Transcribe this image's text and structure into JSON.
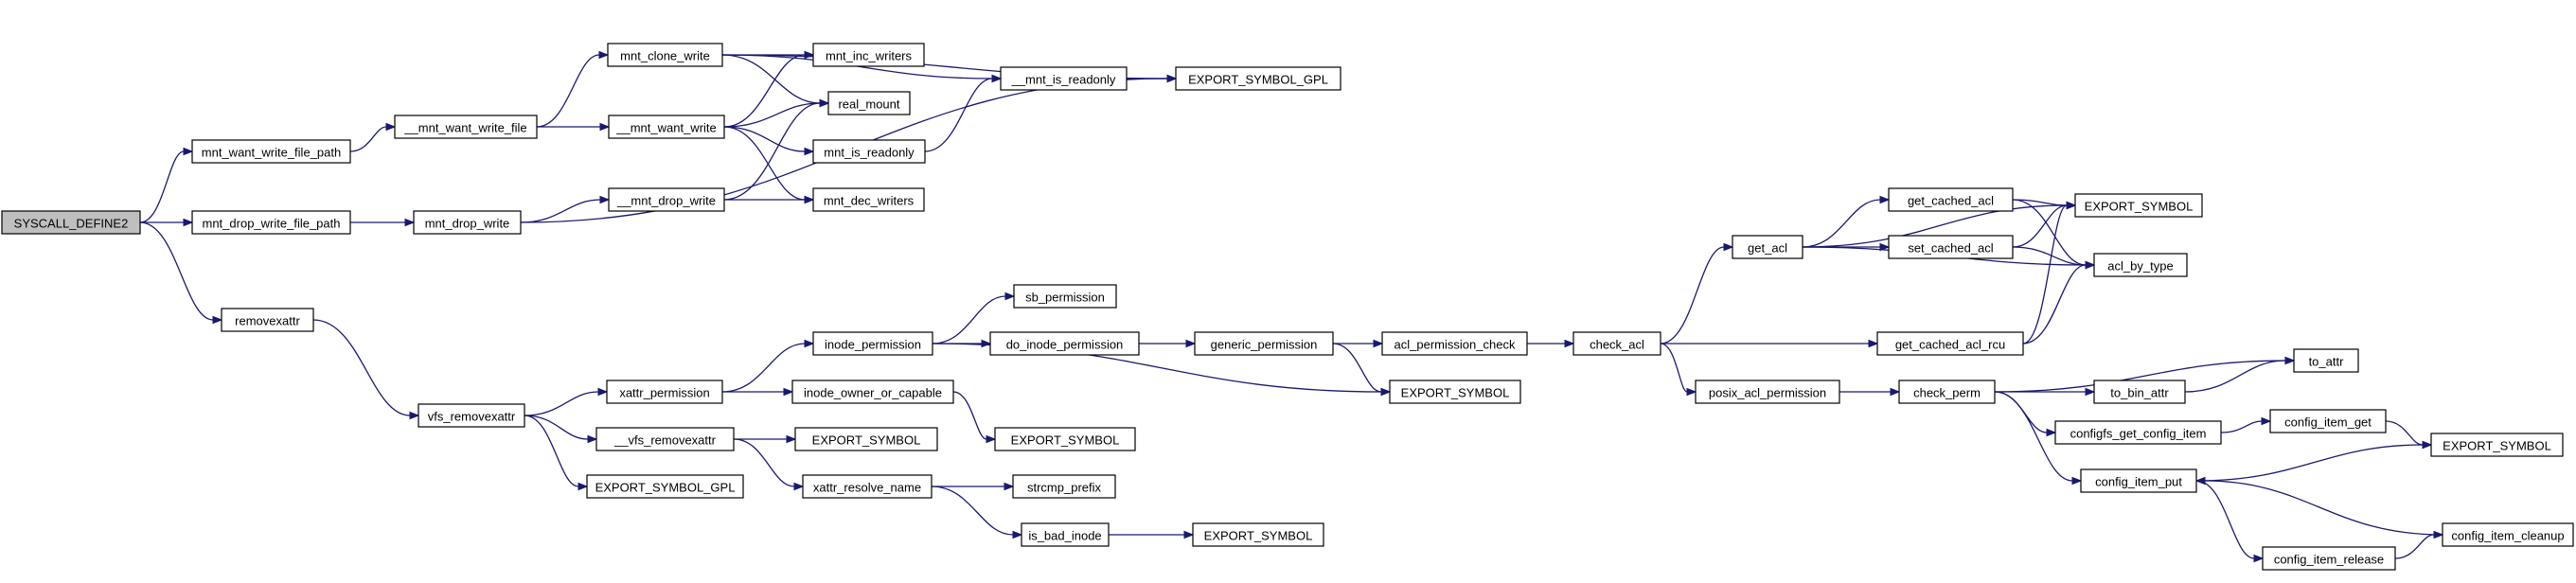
{
  "graph": {
    "nodes": [
      {
        "id": "n0",
        "label": "SYSCALL_DEFINE2",
        "root": true
      },
      {
        "id": "n1",
        "label": "mnt_want_write_file_path"
      },
      {
        "id": "n2",
        "label": "__mnt_want_write_file"
      },
      {
        "id": "n3",
        "label": "mnt_clone_write"
      },
      {
        "id": "n4",
        "label": "__mnt_want_write"
      },
      {
        "id": "n5",
        "label": "mnt_inc_writers"
      },
      {
        "id": "n6",
        "label": "real_mount"
      },
      {
        "id": "n7",
        "label": "mnt_is_readonly"
      },
      {
        "id": "n8",
        "label": "__mnt_is_readonly"
      },
      {
        "id": "n9",
        "label": "EXPORT_SYMBOL_GPL"
      },
      {
        "id": "n10",
        "label": "mnt_drop_write_file_path"
      },
      {
        "id": "n11",
        "label": "mnt_drop_write"
      },
      {
        "id": "n12",
        "label": "__mnt_drop_write"
      },
      {
        "id": "n13",
        "label": "mnt_dec_writers"
      },
      {
        "id": "n14",
        "label": "removexattr"
      },
      {
        "id": "n15",
        "label": "vfs_removexattr"
      },
      {
        "id": "n16",
        "label": "xattr_permission"
      },
      {
        "id": "n17",
        "label": "__vfs_removexattr"
      },
      {
        "id": "n18",
        "label": "EXPORT_SYMBOL_GPL"
      },
      {
        "id": "n19",
        "label": "inode_permission"
      },
      {
        "id": "n20",
        "label": "inode_owner_or_capable"
      },
      {
        "id": "n21",
        "label": "EXPORT_SYMBOL"
      },
      {
        "id": "n22",
        "label": "xattr_resolve_name"
      },
      {
        "id": "n23",
        "label": "sb_permission"
      },
      {
        "id": "n24",
        "label": "do_inode_permission"
      },
      {
        "id": "n25",
        "label": "EXPORT_SYMBOL"
      },
      {
        "id": "n26",
        "label": "strcmp_prefix"
      },
      {
        "id": "n27",
        "label": "is_bad_inode"
      },
      {
        "id": "n28",
        "label": "EXPORT_SYMBOL"
      },
      {
        "id": "n29",
        "label": "generic_permission"
      },
      {
        "id": "n30",
        "label": "acl_permission_check"
      },
      {
        "id": "n31",
        "label": "EXPORT_SYMBOL"
      },
      {
        "id": "n32",
        "label": "check_acl"
      },
      {
        "id": "n33",
        "label": "get_acl"
      },
      {
        "id": "n34",
        "label": "posix_acl_permission"
      },
      {
        "id": "n35",
        "label": "get_cached_acl"
      },
      {
        "id": "n36",
        "label": "set_cached_acl"
      },
      {
        "id": "n37",
        "label": "get_cached_acl_rcu"
      },
      {
        "id": "n38",
        "label": "EXPORT_SYMBOL"
      },
      {
        "id": "n39",
        "label": "acl_by_type"
      },
      {
        "id": "n40",
        "label": "check_perm"
      },
      {
        "id": "n41",
        "label": "to_bin_attr"
      },
      {
        "id": "n42",
        "label": "to_attr"
      },
      {
        "id": "n43",
        "label": "configfs_get_config_item"
      },
      {
        "id": "n44",
        "label": "config_item_get"
      },
      {
        "id": "n45",
        "label": "config_item_put"
      },
      {
        "id": "n46",
        "label": "EXPORT_SYMBOL"
      },
      {
        "id": "n47",
        "label": "config_item_cleanup"
      },
      {
        "id": "n48",
        "label": "config_item_release"
      }
    ],
    "edges": [
      [
        "n0",
        "n1"
      ],
      [
        "n0",
        "n10"
      ],
      [
        "n0",
        "n14"
      ],
      [
        "n1",
        "n2"
      ],
      [
        "n2",
        "n3"
      ],
      [
        "n2",
        "n4"
      ],
      [
        "n3",
        "n5"
      ],
      [
        "n3",
        "n6"
      ],
      [
        "n3",
        "n8"
      ],
      [
        "n3",
        "n9"
      ],
      [
        "n4",
        "n5"
      ],
      [
        "n4",
        "n6"
      ],
      [
        "n4",
        "n7"
      ],
      [
        "n4",
        "n13"
      ],
      [
        "n7",
        "n8"
      ],
      [
        "n8",
        "n9"
      ],
      [
        "n10",
        "n11"
      ],
      [
        "n11",
        "n12"
      ],
      [
        "n11",
        "n9"
      ],
      [
        "n12",
        "n6"
      ],
      [
        "n12",
        "n13"
      ],
      [
        "n14",
        "n15"
      ],
      [
        "n15",
        "n16"
      ],
      [
        "n15",
        "n17"
      ],
      [
        "n15",
        "n18"
      ],
      [
        "n16",
        "n19"
      ],
      [
        "n16",
        "n20"
      ],
      [
        "n17",
        "n21"
      ],
      [
        "n17",
        "n22"
      ],
      [
        "n19",
        "n23"
      ],
      [
        "n19",
        "n24"
      ],
      [
        "n19",
        "n31"
      ],
      [
        "n20",
        "n25"
      ],
      [
        "n22",
        "n26"
      ],
      [
        "n22",
        "n27"
      ],
      [
        "n24",
        "n29"
      ],
      [
        "n27",
        "n28"
      ],
      [
        "n29",
        "n30"
      ],
      [
        "n29",
        "n31"
      ],
      [
        "n30",
        "n32"
      ],
      [
        "n32",
        "n33"
      ],
      [
        "n32",
        "n37"
      ],
      [
        "n32",
        "n34"
      ],
      [
        "n33",
        "n35"
      ],
      [
        "n33",
        "n36"
      ],
      [
        "n33",
        "n38"
      ],
      [
        "n33",
        "n39"
      ],
      [
        "n35",
        "n38"
      ],
      [
        "n35",
        "n39"
      ],
      [
        "n36",
        "n38"
      ],
      [
        "n36",
        "n39"
      ],
      [
        "n37",
        "n38"
      ],
      [
        "n37",
        "n39"
      ],
      [
        "n34",
        "n40"
      ],
      [
        "n40",
        "n42"
      ],
      [
        "n40",
        "n41"
      ],
      [
        "n40",
        "n43"
      ],
      [
        "n40",
        "n45"
      ],
      [
        "n41",
        "n42"
      ],
      [
        "n43",
        "n44"
      ],
      [
        "n44",
        "n46"
      ],
      [
        "n45",
        "n46"
      ],
      [
        "n45",
        "n48"
      ],
      [
        "n48",
        "n47"
      ],
      [
        "n47",
        "n45"
      ]
    ]
  }
}
